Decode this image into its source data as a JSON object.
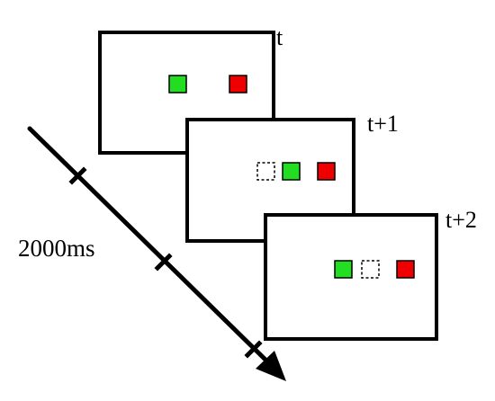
{
  "frames": [
    {
      "label": "t",
      "stimuli": [
        {
          "kind": "filled",
          "color": "#22dd22"
        },
        {
          "kind": "filled",
          "color": "#ee0000"
        }
      ]
    },
    {
      "label": "t+1",
      "stimuli": [
        {
          "kind": "empty-dashed",
          "color": ""
        },
        {
          "kind": "filled",
          "color": "#22dd22"
        },
        {
          "kind": "filled",
          "color": "#ee0000"
        }
      ]
    },
    {
      "label": "t+2",
      "stimuli": [
        {
          "kind": "filled",
          "color": "#22dd22"
        },
        {
          "kind": "empty-dashed",
          "color": ""
        },
        {
          "kind": "filled",
          "color": "#ee0000"
        }
      ]
    }
  ],
  "timeline": {
    "duration_label": "2000ms"
  },
  "colors": {
    "green": "#22dd22",
    "red": "#ee0000",
    "outline": "#000000",
    "background": "#ffffff"
  }
}
